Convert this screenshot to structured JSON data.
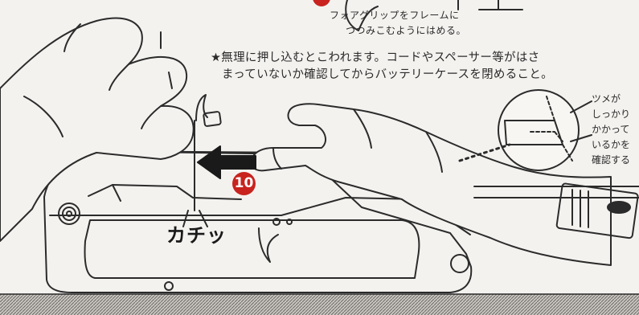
{
  "captions": {
    "foregrip_line1": "フォアグリップをフレームに",
    "foregrip_line2": "つつみこむようにはめる。",
    "warning_line1": "★無理に押し込むとこわれます。コードやスペーサー等がはさ",
    "warning_line2": "まっていないか確認してからバッテリーケースを閉めること。",
    "claw_lines": [
      "ツメが",
      "しっかり",
      "かかって",
      "いるかを",
      "確認する"
    ],
    "click_sound": "カチッ",
    "step_number": "10"
  },
  "colors": {
    "step_badge": "#c8231e",
    "line_art": "#2b2b2b",
    "paper": "#f4f2ef"
  }
}
